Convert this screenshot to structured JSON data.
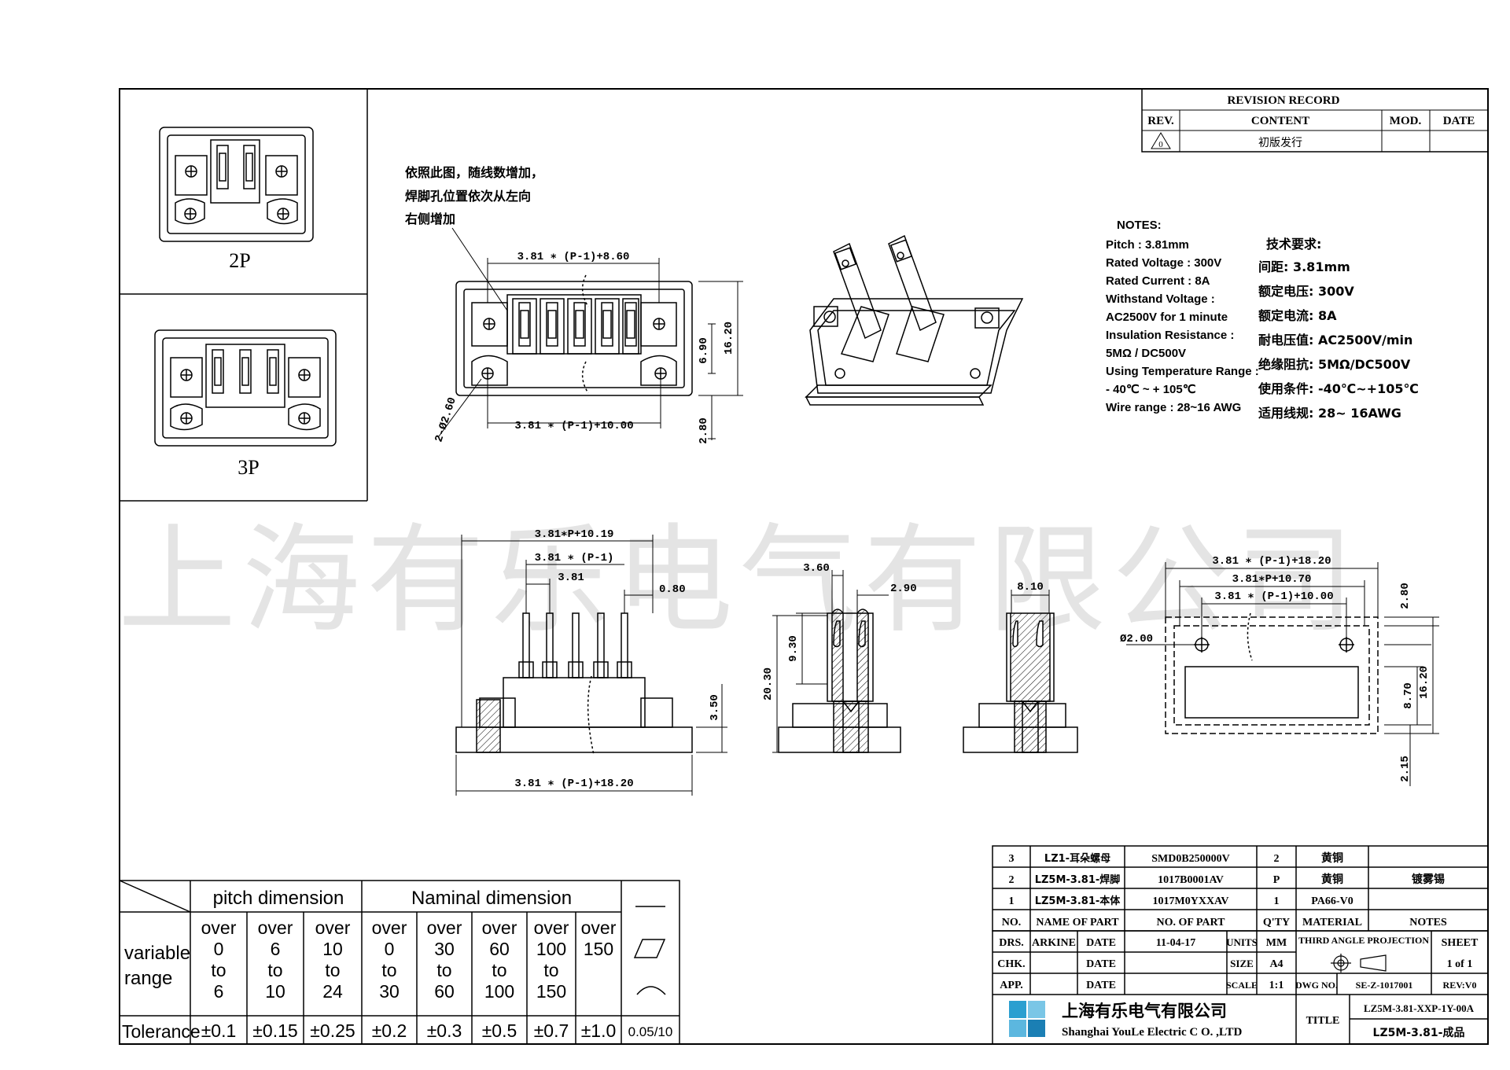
{
  "revision": {
    "title": "REVISION    RECORD",
    "headers": {
      "rev": "REV.",
      "content": "CONTENT",
      "mod": "MOD.",
      "date": "DATE"
    },
    "rows": [
      {
        "rev": "0",
        "content": "初版发行",
        "mod": "",
        "date": ""
      }
    ]
  },
  "thumbnails": {
    "top_label": "2P",
    "bottom_label": "3P"
  },
  "annotation": {
    "line1": "依照此图，随线数增加，",
    "line2": "焊脚孔位置依次从左向",
    "line3": "右侧增加"
  },
  "dims": {
    "top_width": "3.81 ∗ (P-1)+8.60",
    "hole_span": "3.81 ∗ (P-1)+10.00",
    "height_total": "16.20",
    "height_inner": "6.90",
    "height_offset": "2.80",
    "hole_callout": "2-Ø2.60",
    "side_total": "3.81∗P+10.19",
    "side_pitch_span": "3.81 ∗ (P-1)",
    "side_pitch": "3.81",
    "side_gap": "0.80",
    "side_base_height": "3.50",
    "side_bottom": "3.81 ∗ (P-1)+18.20",
    "sec_width": "3.60",
    "sec_right": "2.90",
    "sec_mid_height": "9.30",
    "sec_total_height": "20.30",
    "end_width": "8.10",
    "fp_total": "3.81 ∗ (P-1)+18.20",
    "fp_mid": "3.81∗P+10.70",
    "fp_holes": "3.81 ∗ (P-1)+10.00",
    "fp_hole_dia": "Ø2.00",
    "fp_top": "2.80",
    "fp_inner": "8.70",
    "fp_height": "16.20",
    "fp_bottom": "2.15"
  },
  "notes_en": {
    "title": "NOTES:",
    "lines": [
      "Pitch : 3.81mm",
      "Rated Voltage : 300V",
      "Rated Current : 8A",
      "Withstand Voltage :",
      "AC2500V for 1 minute",
      "Insulation Resistance :",
      "5MΩ / DC500V",
      "Using Temperature Range :",
      "- 40℃ ~ + 105℃",
      "Wire range : 28~16 AWG"
    ]
  },
  "notes_cn": {
    "title": "技术要求:",
    "lines": [
      "间距: 3.81mm",
      "额定电压: 300V",
      "额定电流: 8A",
      "耐电压值: AC2500V/min",
      "绝缘阻抗: 5MΩ/DC500V",
      "使用条件: -40℃~+105℃",
      "适用线规: 28~ 16AWG"
    ]
  },
  "watermark": "上海有乐电气有限公司",
  "tolerance": {
    "group1": "pitch  dimension",
    "group2": "Naminal  dimension",
    "row_label_1": "variable",
    "row_label_2": "range",
    "over": "over",
    "to": "to",
    "ranges": [
      {
        "from": "0",
        "to": "6"
      },
      {
        "from": "6",
        "to": "10"
      },
      {
        "from": "10",
        "to": "24"
      },
      {
        "from": "0",
        "to": "30"
      },
      {
        "from": "30",
        "to": "60"
      },
      {
        "from": "60",
        "to": "100"
      },
      {
        "from": "100",
        "to": "150"
      },
      {
        "from": "150",
        "to": ""
      }
    ],
    "tol_label": "Tolerance",
    "values": [
      "±0.1",
      "±0.15",
      "±0.25",
      "±0.2",
      "±0.3",
      "±0.5",
      "±0.7",
      "±1.0"
    ],
    "angle_value": "0.05/10"
  },
  "bom": {
    "rows": [
      {
        "no": "3",
        "name": "LZ1-耳朵螺母",
        "part": "SMD0B250000V",
        "qty": "2",
        "material": "黄铜",
        "notes": ""
      },
      {
        "no": "2",
        "name": "LZ5M-3.81-焊脚",
        "part": "1017B0001AV",
        "qty": "P",
        "material": "黄铜",
        "notes": "镀雾锡"
      },
      {
        "no": "1",
        "name": "LZ5M-3.81-本体",
        "part": "1017M0YXXAV",
        "qty": "1",
        "material": "PA66-V0",
        "notes": ""
      }
    ],
    "headers": {
      "no": "NO.",
      "name": "NAME OF PART",
      "part": "NO. OF PART",
      "qty": "Q'TY",
      "material": "MATERIAL",
      "notes": "NOTES"
    }
  },
  "titleblock": {
    "drs": "DRS.",
    "drs_name": "ARKINE",
    "date_label": "DATE",
    "drs_date": "11-04-17",
    "units_label": "UNITS",
    "units": "MM",
    "chk": "CHK.",
    "size_label": "SIZE",
    "size": "A4",
    "app": "APP.",
    "scale_label": "SCALE",
    "scale": "1:1",
    "projection": "THIRD ANGLE PROJECTION",
    "sheet_label": "SHEET",
    "sheet": "1 of 1",
    "dwg_label": "DWG NO.",
    "dwg_no": "SE-Z-1017001",
    "rev": "REV:V0",
    "company_cn": "上海有乐电气有限公司",
    "company_en": "Shanghai YouLe Electric C O. ,LTD",
    "title_label": "TITLE",
    "title_code": "LZ5M-3.81-XXP-1Y-00A",
    "title_name": "LZ5M-3.81-成品"
  }
}
